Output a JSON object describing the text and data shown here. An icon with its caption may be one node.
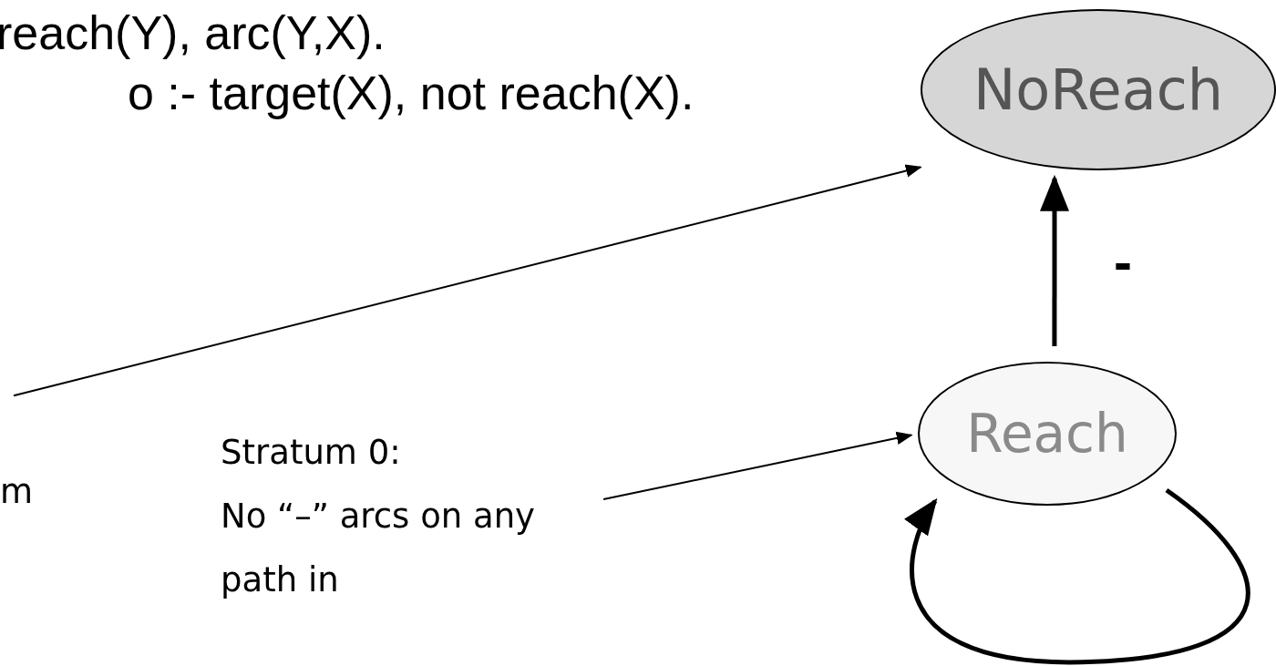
{
  "diagram": {
    "nodes": [
      {
        "text": [
          "NoReach"
        ]
      },
      {
        "text": [
          "Reach"
        ]
      },
      {
        "text": [
          "m"
        ]
      },
      {
        "text": [
          "Stratum 0:",
          "No “–” arcs on any path in"
        ]
      }
    ],
    "edges": [
      {
        "from": 2,
        "to": 0,
        "arrow": "to"
      },
      {
        "from": 3,
        "to": 1,
        "arrow": "to"
      },
      {
        "from": 1,
        "to": 0,
        "arrow": "to",
        "label": "-",
        "style": "thick"
      },
      {
        "from": 1,
        "to": 1,
        "arrow": "to",
        "style": "thick"
      }
    ],
    "labels": [
      "reach(Y), arc(Y,X).",
      "o :- target(X), not reach(X)."
    ]
  }
}
